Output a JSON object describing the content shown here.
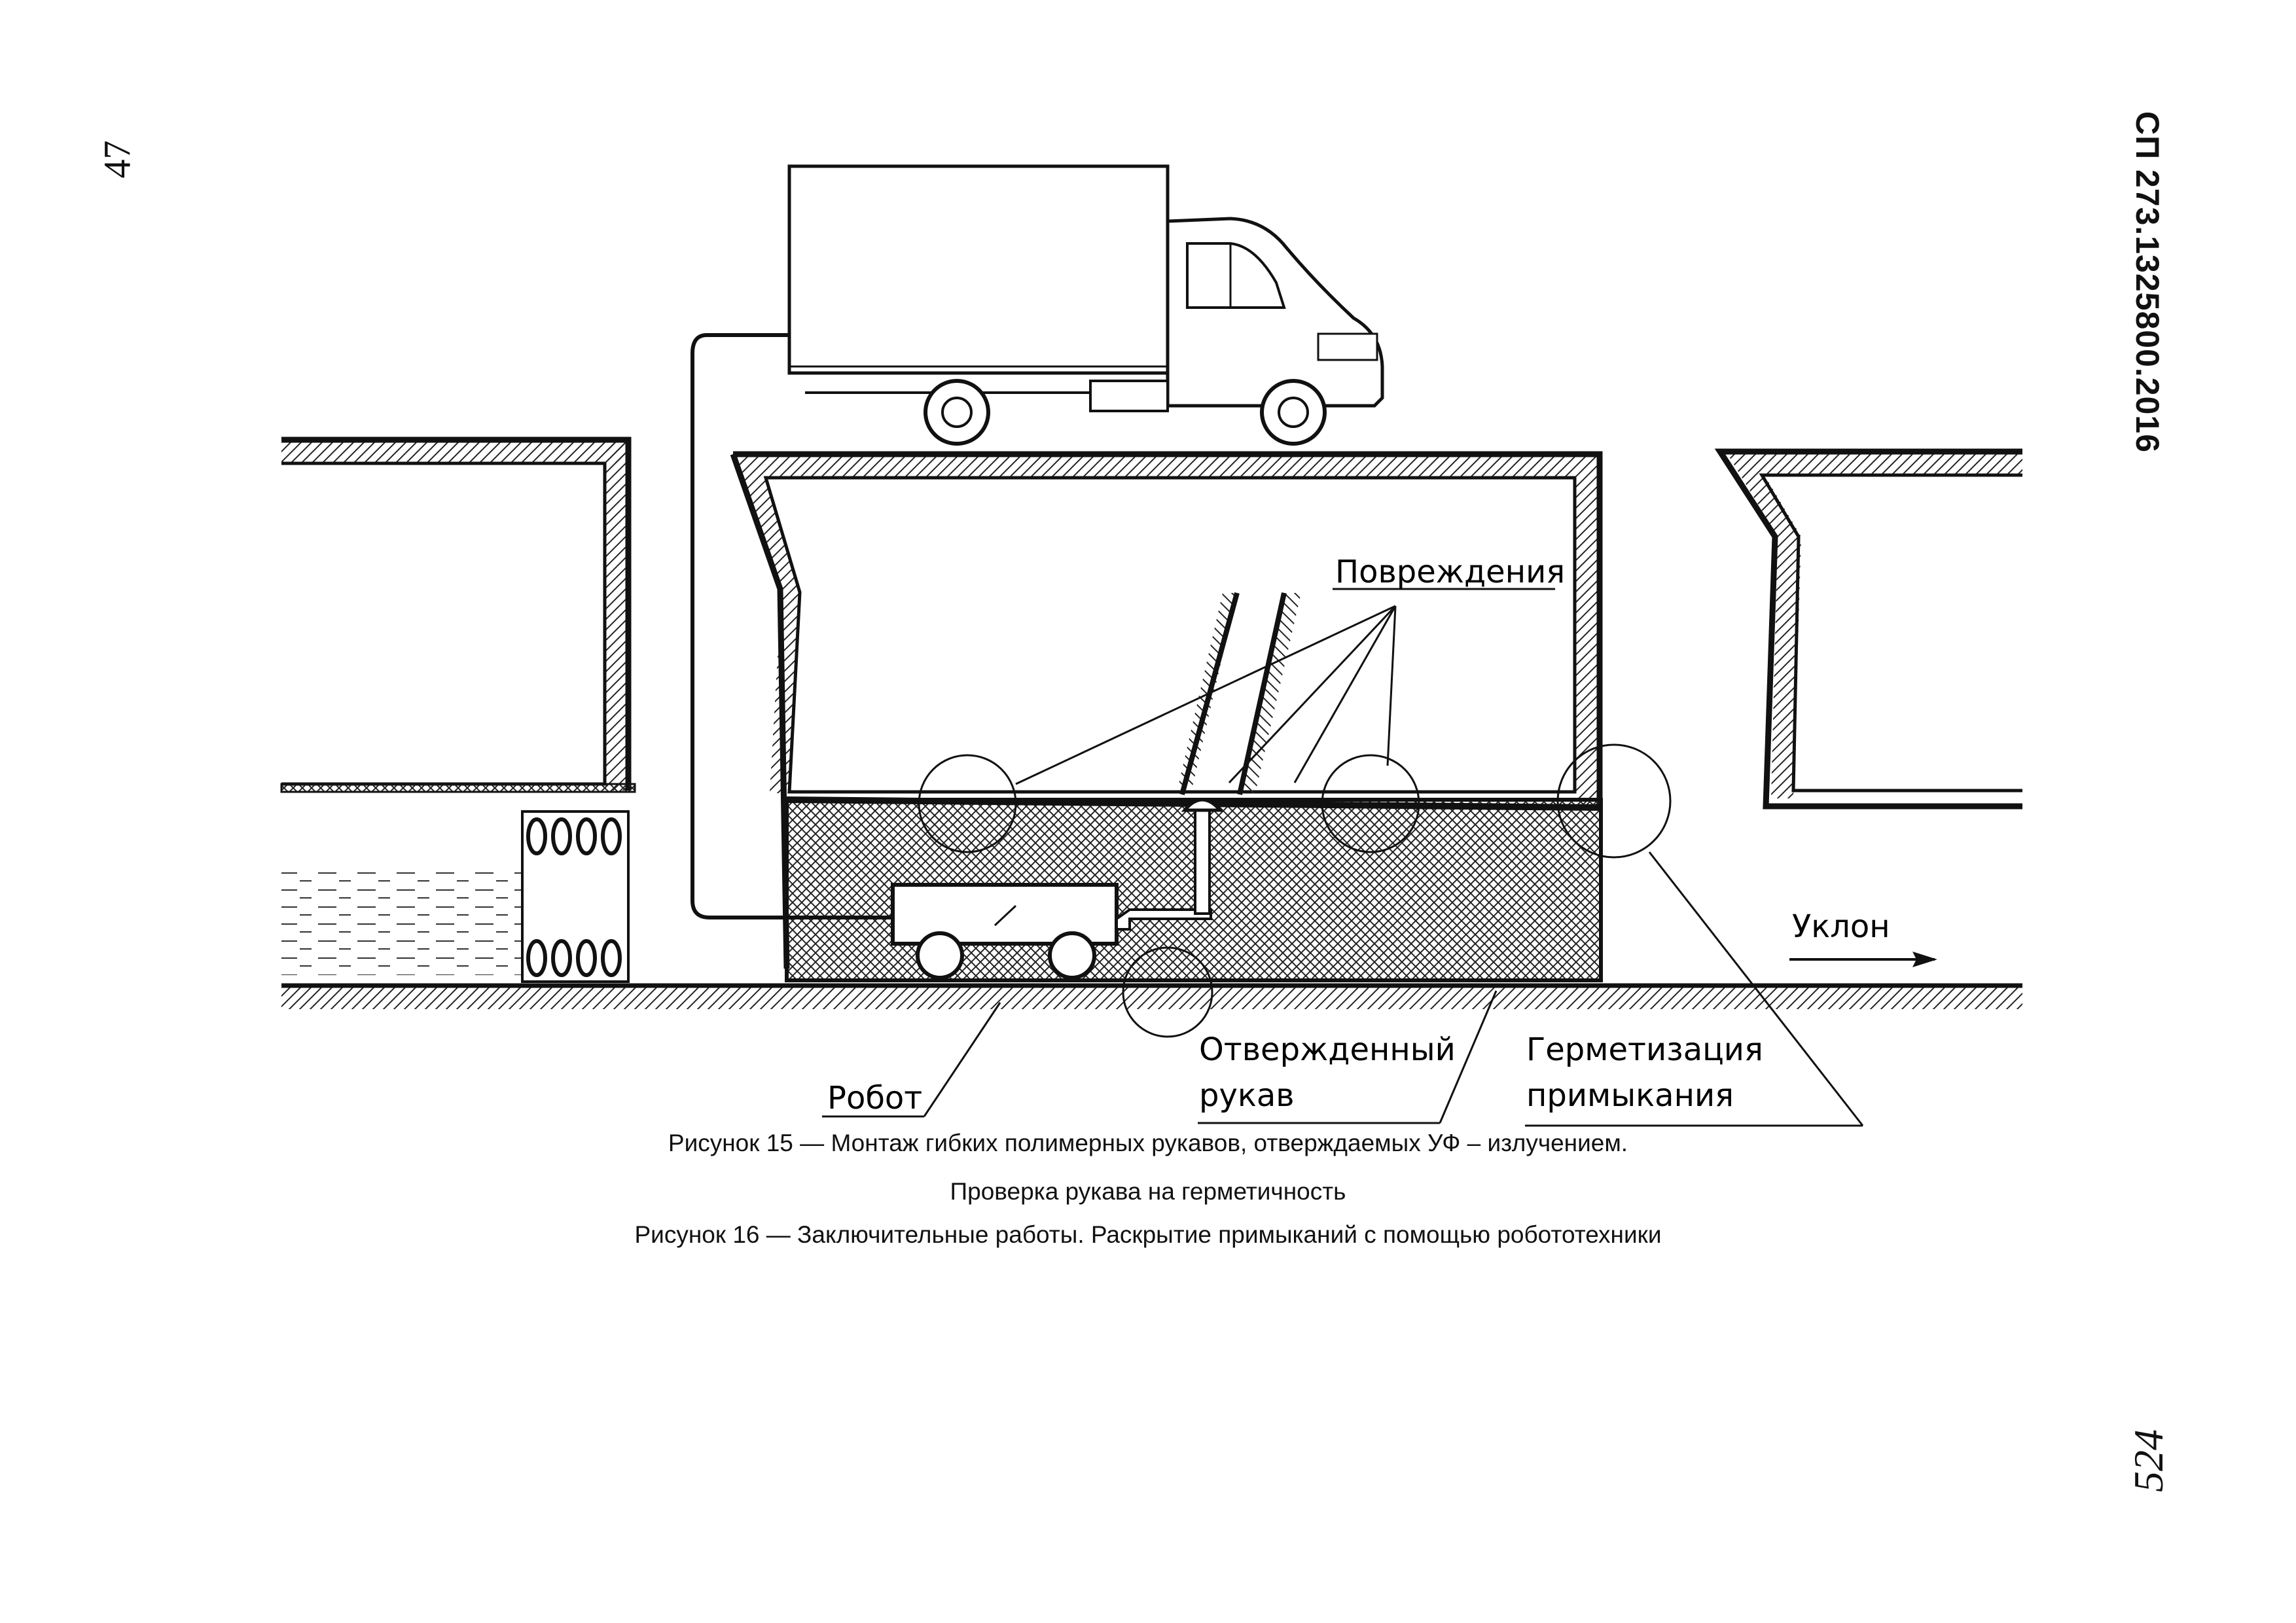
{
  "header": {
    "doc_code": "СП 273.1325800.2016",
    "page_number": "47",
    "handwritten_mark": "524"
  },
  "figure": {
    "labels": {
      "damages": "Повреждения",
      "slope": "Уклон",
      "robot": "Робот",
      "cured_sleeve_line1": "Отвержденный",
      "cured_sleeve_line2": "рукав",
      "sealing_line1": "Герметизация",
      "sealing_line2": "примыкания"
    }
  },
  "captions": {
    "figure15": "Рисунок 15 — Монтаж гибких полимерных рукавов, отверждаемых УФ – излучением.",
    "figure15_sub": "Проверка рукава на герметичность",
    "figure16": "Рисунок 16 — Заключительные работы. Раскрытие примыканий с помощью робототехники"
  }
}
